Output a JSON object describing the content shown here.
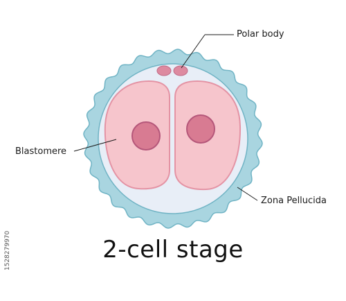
{
  "title": "2-cell stage",
  "labels": {
    "polar_body": "Polar body",
    "blastomere": "Blastomere",
    "zona_pellucida": "Zona Pellucida"
  },
  "watermark_id": "1528279970",
  "colors": {
    "zona_fill": "#a9d5e0",
    "zona_stroke": "#6fb3c4",
    "perivitelline": "#e8eef7",
    "cell_fill": "#f6c5cc",
    "cell_stroke": "#e493a4",
    "nucleus_fill": "#d87b92",
    "nucleus_stroke": "#b5577a",
    "polar_body_fill": "#dd8aa0"
  }
}
